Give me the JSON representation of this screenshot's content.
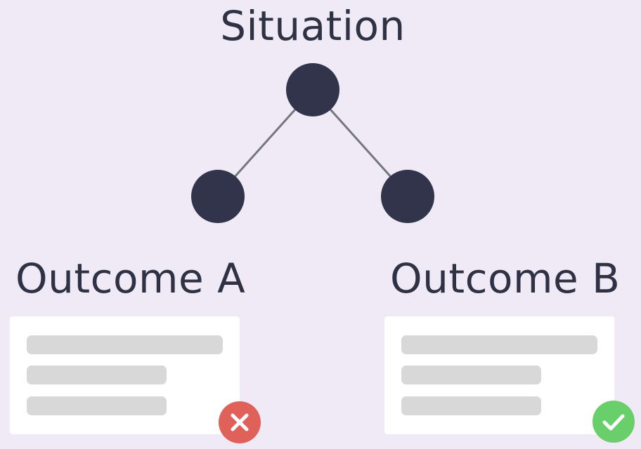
{
  "diagram": {
    "situation": {
      "label": "Situation"
    },
    "outcomes": [
      {
        "label": "Outcome A",
        "status": "rejected",
        "status_icon": "x-icon",
        "status_color": "#e0605a"
      },
      {
        "label": "Outcome B",
        "status": "accepted",
        "status_icon": "check-icon",
        "status_color": "#69cf6b"
      }
    ],
    "colors": {
      "background": "#efeaf5",
      "node": "#31344a",
      "edge": "#75777f",
      "card": "#ffffff",
      "placeholder_line": "#d8d8d8",
      "text": "#2f3244"
    }
  }
}
